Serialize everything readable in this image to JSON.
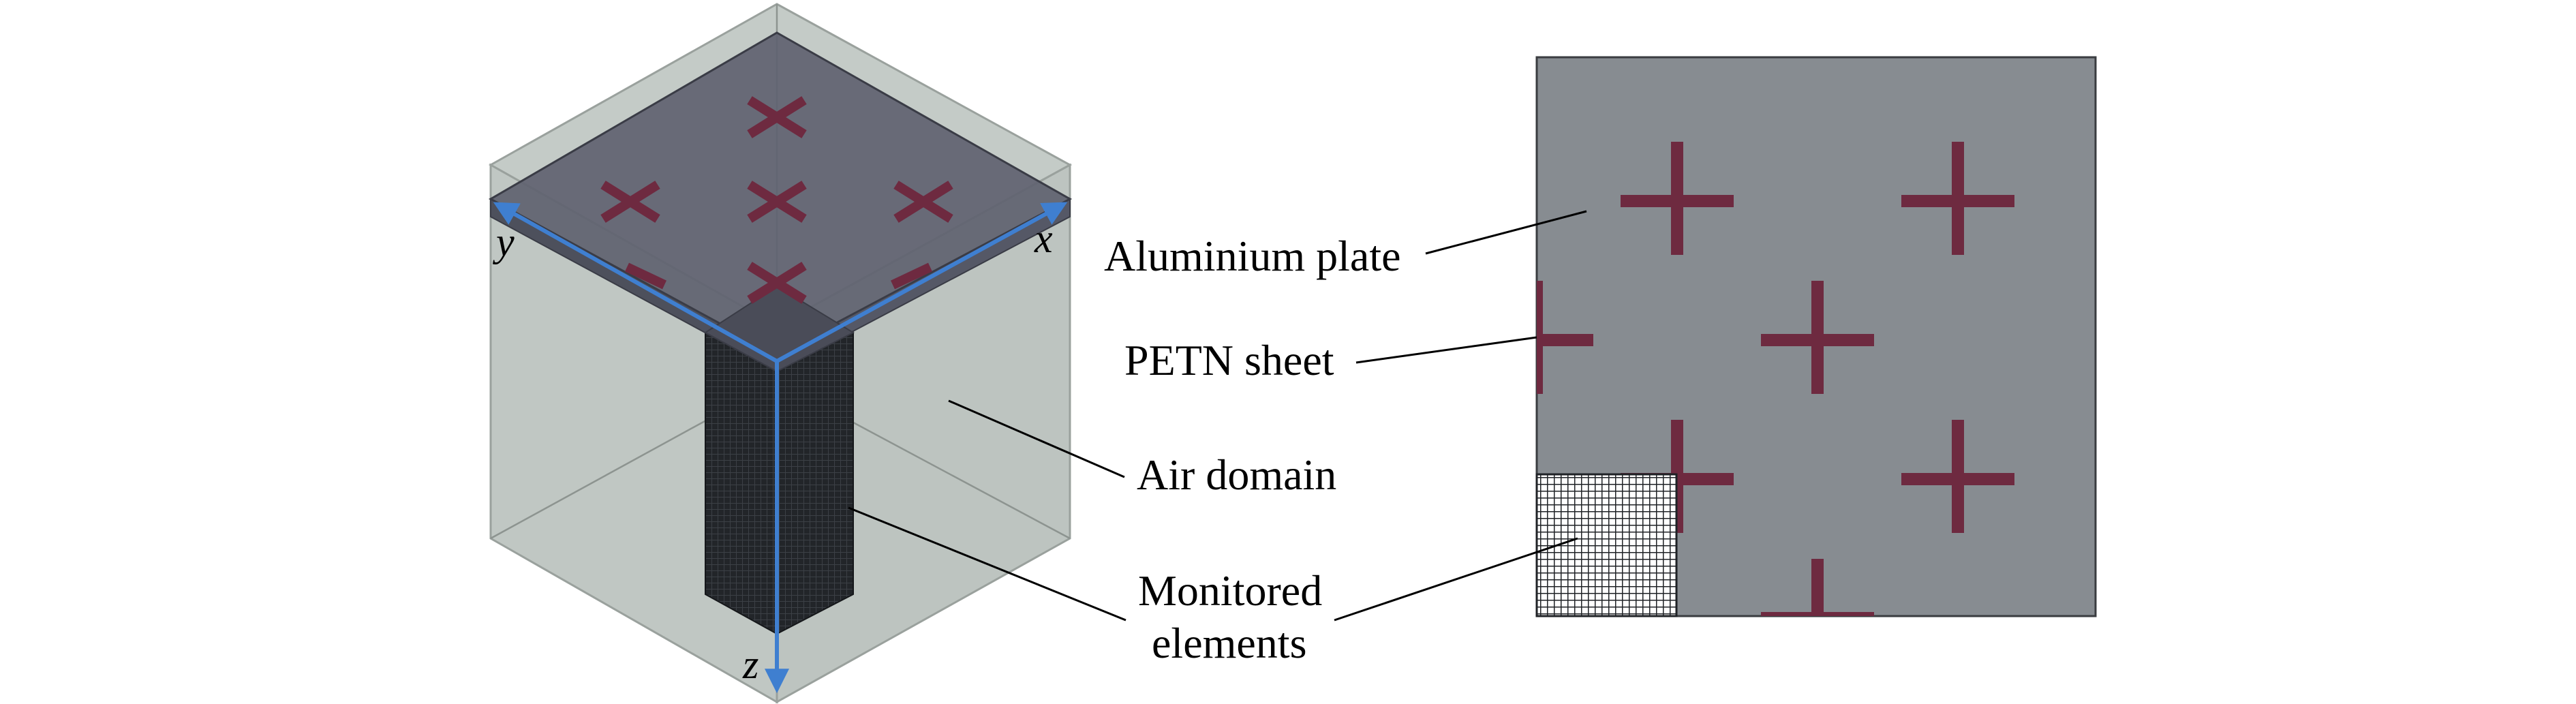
{
  "labels": {
    "aluminium_plate": "Aluminium plate",
    "petn_sheet": "PETN sheet",
    "air_domain": "Air domain",
    "monitored_line1": "Monitored",
    "monitored_line2": "elements"
  },
  "axes": {
    "x": "x",
    "y": "y",
    "z": "z"
  },
  "colors": {
    "air": "#c1c8c4",
    "plate_top": "#5f6270",
    "plate_side": "#4a4c58",
    "petn": "#6e2a40",
    "front_plate": "#878c91",
    "mesh": "#1f2226",
    "axis": "#3f7fd0"
  }
}
